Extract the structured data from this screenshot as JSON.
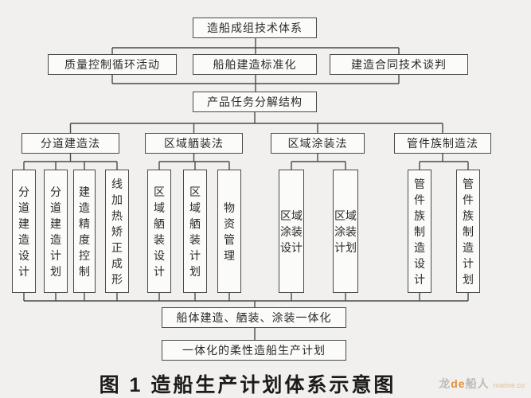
{
  "diagram": {
    "root": "造船成组技术体系",
    "level2": {
      "left": "质量控制循环活动",
      "center": "船舶建造标准化",
      "right": "建造合同技术谈判"
    },
    "level3": "产品任务分解结构",
    "branches": [
      {
        "head": "分道建造法",
        "children": [
          "分道建造设计",
          "分道建造计划",
          "建造精度控制",
          "线加热矫正成形"
        ]
      },
      {
        "head": "区域舾装法",
        "children": [
          "区域舾装设计",
          "区域舾装计划",
          "物资管理"
        ]
      },
      {
        "head": "区域涂装法",
        "children": [
          "区域涂装设计",
          "区域涂装计划"
        ]
      },
      {
        "head": "管件族制造法",
        "children": [
          "管件族制造设计",
          "管件族制造计划"
        ]
      }
    ],
    "integration": "船体建造、舾装、涂装一体化",
    "result": "一体化的柔性造船生产计划"
  },
  "caption": "图 1  造船生产计划体系示意图",
  "watermark": {
    "prefix": "龙",
    "mid": "de",
    "suffix": "船人",
    "site": "marine.co"
  },
  "colors": {
    "background": "#f1f0ee",
    "line": "#4a4a4a",
    "box_fill": "#fbfbfa",
    "text": "#2b2b2b",
    "watermark_gray": "#bcbcb6",
    "watermark_orange": "#e0913e"
  }
}
